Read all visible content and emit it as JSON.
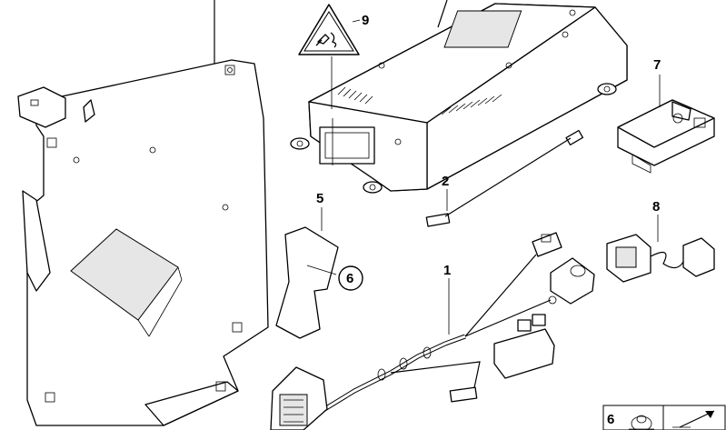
{
  "callouts": {
    "c1": "1",
    "c2": "2",
    "c5": "5",
    "c6": "6",
    "c7": "7",
    "c8": "8",
    "c9": "9",
    "legend6": "6"
  },
  "icons": {
    "warning": "bluetooth-antenna-warning-icon",
    "legend_arrow": "arrow-icon"
  }
}
